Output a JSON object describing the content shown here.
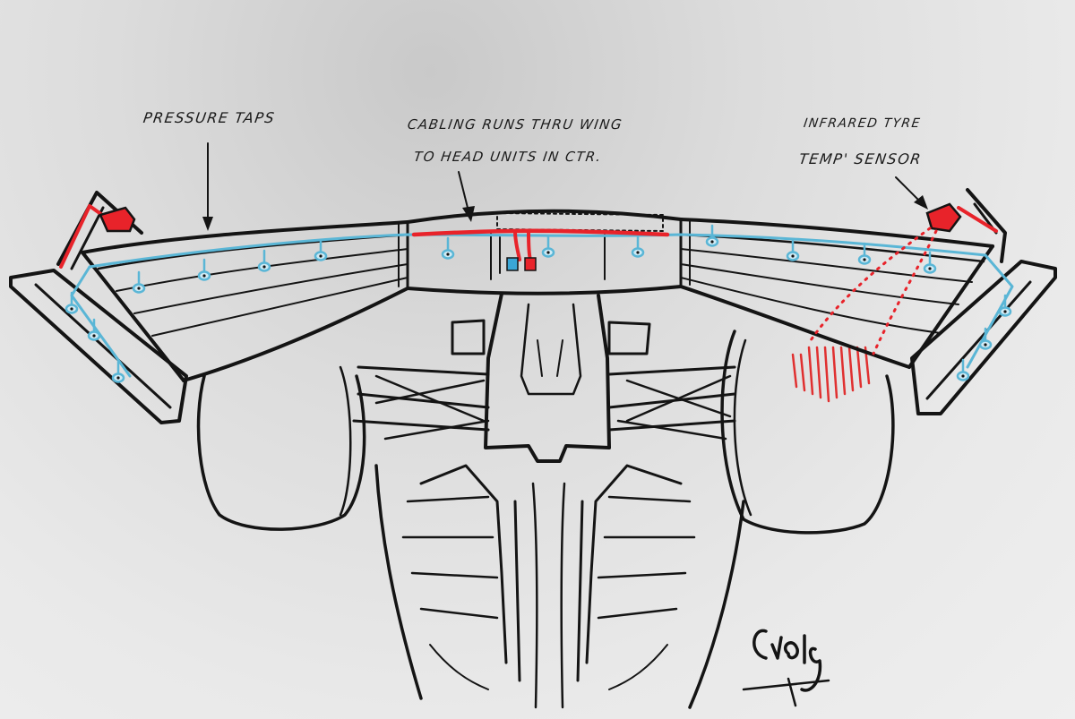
{
  "labels": {
    "pressure_taps": "Pressure Taps",
    "cabling_line1": "Cabling Runs Thru Wing",
    "cabling_line2": "To Head Units in CTR.",
    "infrared_line1": "Infrared Tyre",
    "infrared_line2": "Temp' Sensor"
  },
  "signature": "Craig",
  "colors": {
    "ink": "#141414",
    "cabling_red": "#e8232a",
    "tap_blue": "#5ab6d6",
    "tyre_hatch_red": "#e03030"
  },
  "icons": {
    "sensor_left": "red-sensor-icon",
    "sensor_right": "red-sensor-icon",
    "head_units": "head-unit-icons"
  }
}
